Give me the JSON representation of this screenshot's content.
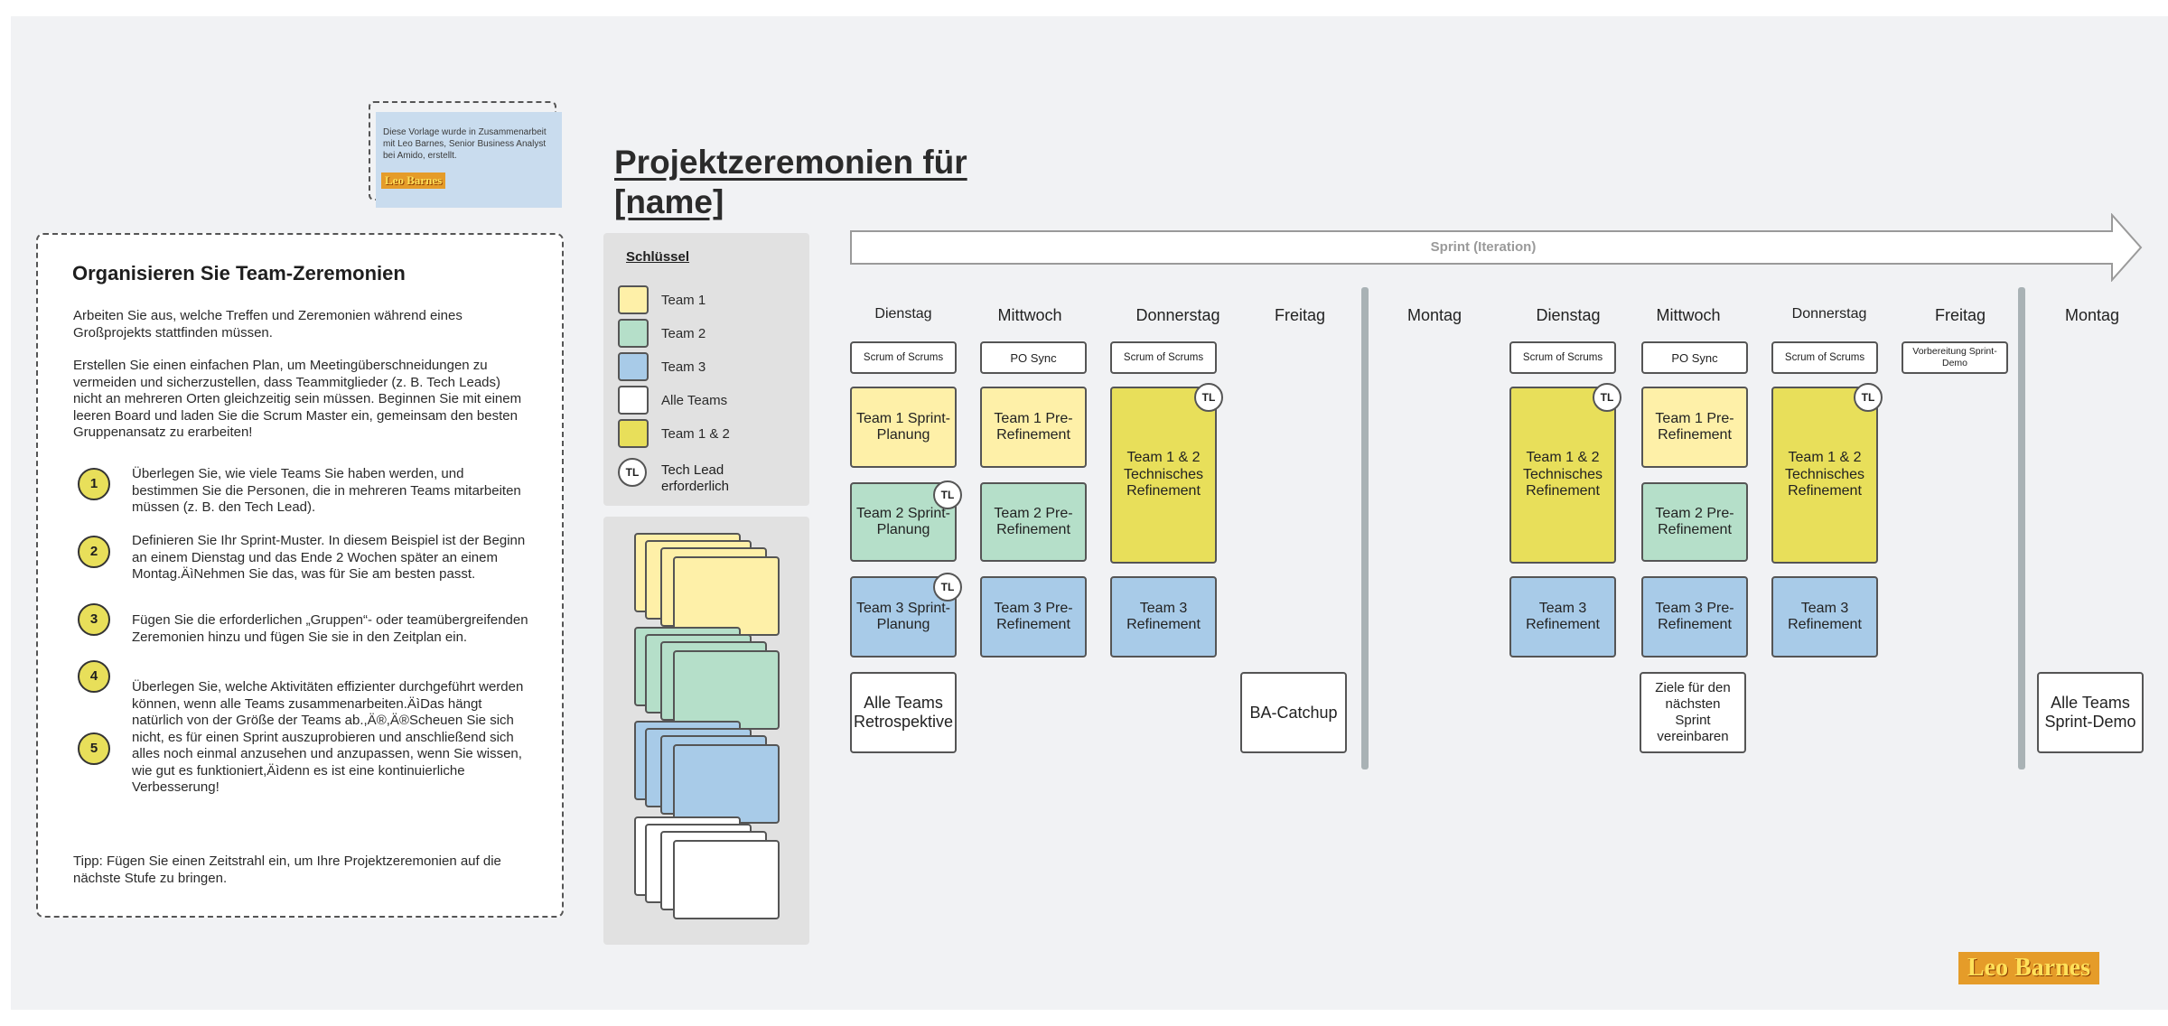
{
  "credit": {
    "text": "Diese Vorlage wurde in Zusammenarbeit mit Leo Barnes, Senior Business Analyst bei Amido, erstellt.",
    "logo": "Leo Barnes"
  },
  "title": "Projektzeremonien für [name]",
  "instructions": {
    "title": "Organisieren Sie Team-Zeremonien",
    "intro1": "Arbeiten Sie aus, welche Treffen und Zeremonien während eines Großprojekts stattfinden müssen.",
    "intro2": "Erstellen Sie einen einfachen Plan, um Meetingüberschneidungen zu vermeiden und sicherzustellen, dass Teammitglieder (z. B. Tech Leads) nicht an mehreren Orten gleichzeitig sein müssen. Beginnen Sie mit einem leeren Board und laden Sie die Scrum Master ein, gemeinsam den besten Gruppenansatz zu erarbeiten!",
    "steps": [
      {
        "num": "1",
        "text": "Überlegen Sie, wie viele Teams Sie haben werden, und bestimmen Sie die Personen, die in mehreren Teams mitarbeiten müssen (z. B. den Tech Lead)."
      },
      {
        "num": "2",
        "text": "Definieren Sie Ihr Sprint-Muster. In diesem Beispiel ist der Beginn an einem Dienstag und das Ende 2 Wochen später an einem Montag.ÄìNehmen Sie das, was für Sie am besten passt."
      },
      {
        "num": "3",
        "text": "Fügen Sie die erforderlichen „Gruppen“- oder teamübergreifenden Zeremonien hinzu und fügen Sie sie in den Zeitplan ein."
      },
      {
        "num": "4",
        "text": "Überlegen Sie, welche Aktivitäten effizienter durchgeführt werden können, wenn alle Teams zusammenarbeiten.ÄìDas hängt natürlich von der Größe der Teams ab.,Ä®,Ä®Scheuen Sie sich nicht, es für einen Sprint auszuprobieren und anschließend sich alles noch einmal anzusehen und anzupassen, wenn Sie wissen, wie gut es funktioniert,Äìdenn es ist eine kontinuierliche Verbesserung!"
      },
      {
        "num": "5",
        "text": ""
      }
    ],
    "tip": "Tipp: Fügen Sie einen Zeitstrahl ein, um Ihre Projektzeremonien auf die nächste Stufe zu bringen."
  },
  "key": {
    "title": "Schlüssel",
    "items": [
      "Team 1",
      "Team 2",
      "Team 3",
      "Alle Teams",
      "Team 1 & 2"
    ],
    "colors": [
      "#fef0a8",
      "#b5dfc9",
      "#a8cbe8",
      "#ffffff",
      "#e8df5a"
    ],
    "tl_badge": "TL",
    "tl_label": "Tech Lead erforderlich"
  },
  "sprint_label": "Sprint (Iteration)",
  "days": [
    "Dienstag",
    "Mittwoch",
    "Donnerstag",
    "Freitag",
    "Montag",
    "Dienstag",
    "Mittwoch",
    "Donnerstag",
    "Freitag",
    "Montag"
  ],
  "cards": {
    "scrum_of_scrums": "Scrum of Scrums",
    "po_sync": "PO Sync",
    "vorbereitung": "Vorbereitung Sprint-Demo",
    "t1_planung": "Team 1 Sprint-Planung",
    "t2_planung": "Team 2 Sprint-Planung",
    "t3_planung": "Team 3 Sprint-Planung",
    "t1_pre": "Team 1 Pre-Refinement",
    "t2_pre": "Team 2 Pre-Refinement",
    "t3_pre": "Team 3 Pre-Refinement",
    "t12_tech": "Team 1 & 2 Technisches Refinement",
    "t3_ref": "Team 3 Refinement",
    "retro": "Alle Teams Retrospektive",
    "ba_catchup": "BA-Catchup",
    "ziele": "Ziele für den nächsten Sprint vereinbaren",
    "demo": "Alle Teams Sprint-Demo"
  },
  "brand_logo": "Leo Barnes"
}
